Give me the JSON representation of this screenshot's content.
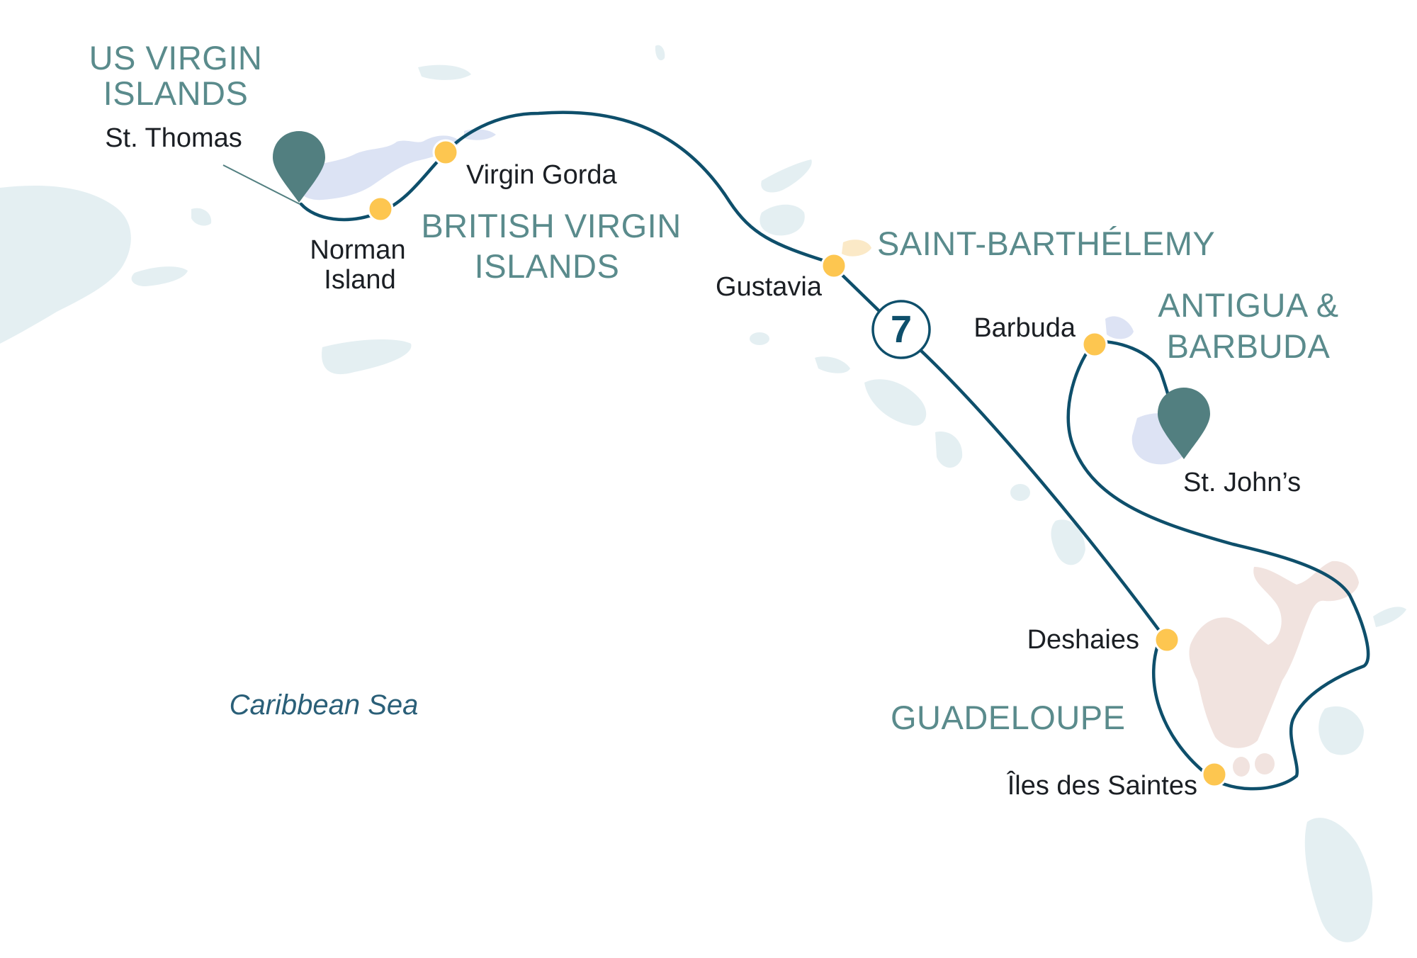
{
  "colors": {
    "sea_land": "#e4eff2",
    "virgin_islands_land": "#dce3f4",
    "barbuda_land": "#dde3f4",
    "st_barth_land": "#fbe9c7",
    "guadeloupe_land": "#f1e3df",
    "route": "#0e4f6b",
    "port_dot": "#fdc650",
    "pin": "#527f80",
    "country_label": "#5a8b8c",
    "port_label": "#1b1f24",
    "sea_label": "#2a5f78"
  },
  "countries": {
    "usvi_line1": "US VIRGIN",
    "usvi_line2": "ISLANDS",
    "bvi_line1": "BRITISH VIRGIN",
    "bvi_line2": "ISLANDS",
    "st_barth": "SAINT-BARTHÉLEMY",
    "antigua_line1": "ANTIGUA &",
    "antigua_line2": "BARBUDA",
    "guadeloupe": "GUADELOUPE"
  },
  "ports": {
    "st_thomas": "St. Thomas",
    "norman_line1": "Norman",
    "norman_line2": "Island",
    "virgin_gorda": "Virgin Gorda",
    "gustavia": "Gustavia",
    "barbuda": "Barbuda",
    "st_johns": "St. John’s",
    "deshaies": "Deshaies",
    "iles_des_saintes": "Îles des Saintes"
  },
  "sea_label": "Caribbean Sea",
  "day_count": "7",
  "icons": {
    "embark_pin": "map-pin-icon",
    "disembark_pin": "map-pin-icon",
    "port_marker": "circle-dot-icon",
    "duration_badge": "circle-number-badge"
  }
}
